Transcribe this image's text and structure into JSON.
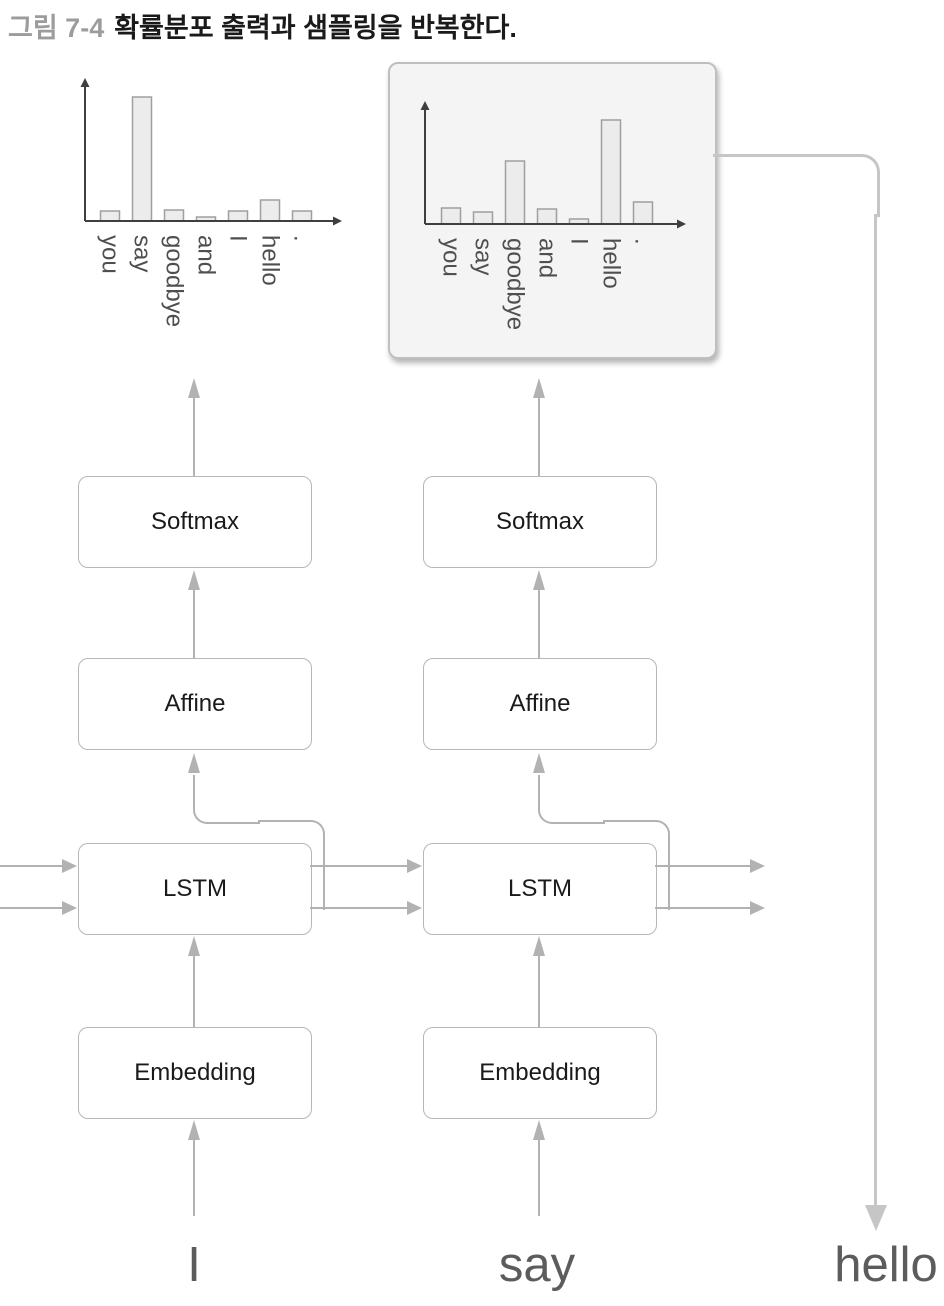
{
  "title": {
    "figure_label": "그림 7-4",
    "caption": "확률분포 출력과 샘플링을 반복한다."
  },
  "layers": {
    "softmax": "Softmax",
    "affine": "Affine",
    "lstm": "LSTM",
    "embedding": "Embedding"
  },
  "inputs": {
    "t1": "I",
    "t2": "say"
  },
  "output": {
    "sampled_word": "hello"
  },
  "colors": {
    "figure_gray": "#9c9c9c",
    "caption_black": "#1a1a1a",
    "box_border": "#b7b7b7",
    "box_text": "#1a1a1a",
    "bar_fill": "#ececec",
    "bar_stroke": "#9f9f9f",
    "axis": "#3f3f3f",
    "arrow": "#b2b2b2",
    "connector": "#c6c6c6",
    "label_gray": "#4f4f4f",
    "word_gray": "#5c5c5c",
    "highlight_fill": "#f4f4f4",
    "highlight_border": "#bfbfbf"
  },
  "chart_data": [
    {
      "type": "bar",
      "title": "",
      "categories": [
        "you",
        "say",
        "goodbye",
        "and",
        "I",
        "hello",
        "."
      ],
      "values": [
        0.08,
        1.0,
        0.09,
        0.03,
        0.08,
        0.17,
        0.08
      ],
      "xlabel": "",
      "ylabel": "",
      "ylim": [
        0,
        1
      ],
      "grid": false,
      "legend": "none",
      "note": "probability distribution at time step 1; values are bar heights relative to tallest bar"
    },
    {
      "type": "bar",
      "title": "",
      "categories": [
        "you",
        "say",
        "goodbye",
        "and",
        "I",
        "hello",
        "."
      ],
      "values": [
        0.15,
        0.12,
        0.61,
        0.14,
        0.05,
        1.0,
        0.21
      ],
      "xlabel": "",
      "ylabel": "",
      "ylim": [
        0,
        1
      ],
      "grid": false,
      "legend": "none",
      "highlighted": true,
      "note": "probability distribution at time step 2 inside highlighted panel; sampled word is hello"
    }
  ]
}
